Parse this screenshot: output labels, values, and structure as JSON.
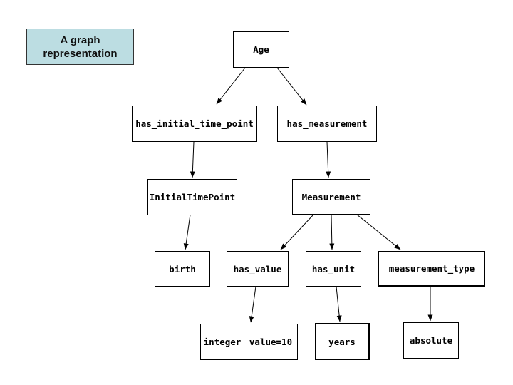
{
  "title": {
    "text": "A graph representation",
    "lines": [
      "A graph",
      "representation"
    ]
  },
  "nodes": {
    "age": {
      "label": "Age"
    },
    "has_initial_time_point": {
      "label": "has_initial_time_point"
    },
    "has_measurement": {
      "label": "has_measurement"
    },
    "initial_time_point": {
      "label": "InitialTimePoint"
    },
    "measurement": {
      "label": "Measurement"
    },
    "birth": {
      "label": "birth"
    },
    "has_value": {
      "label": "has_value"
    },
    "has_unit": {
      "label": "has_unit"
    },
    "measurement_type": {
      "label": "measurement_type"
    },
    "integer": {
      "label": "integer"
    },
    "value": {
      "label": "value=10"
    },
    "years": {
      "label": "years"
    },
    "absolute": {
      "label": "absolute"
    }
  },
  "edges": [
    {
      "from": "Age",
      "to": "has_initial_time_point"
    },
    {
      "from": "Age",
      "to": "has_measurement"
    },
    {
      "from": "has_initial_time_point",
      "to": "InitialTimePoint"
    },
    {
      "from": "has_measurement",
      "to": "Measurement"
    },
    {
      "from": "InitialTimePoint",
      "to": "birth"
    },
    {
      "from": "Measurement",
      "to": "has_value"
    },
    {
      "from": "Measurement",
      "to": "has_unit"
    },
    {
      "from": "Measurement",
      "to": "measurement_type"
    },
    {
      "from": "has_value",
      "to": "integer / value=10"
    },
    {
      "from": "has_unit",
      "to": "years"
    },
    {
      "from": "measurement_type",
      "to": "absolute"
    }
  ],
  "colors": {
    "background": "#ffffff",
    "node_border": "#000000",
    "node_fill": "#ffffff",
    "edge": "#000000",
    "title_fill": "#bcdde2",
    "title_border": "#333333",
    "title_text": "#111111"
  }
}
